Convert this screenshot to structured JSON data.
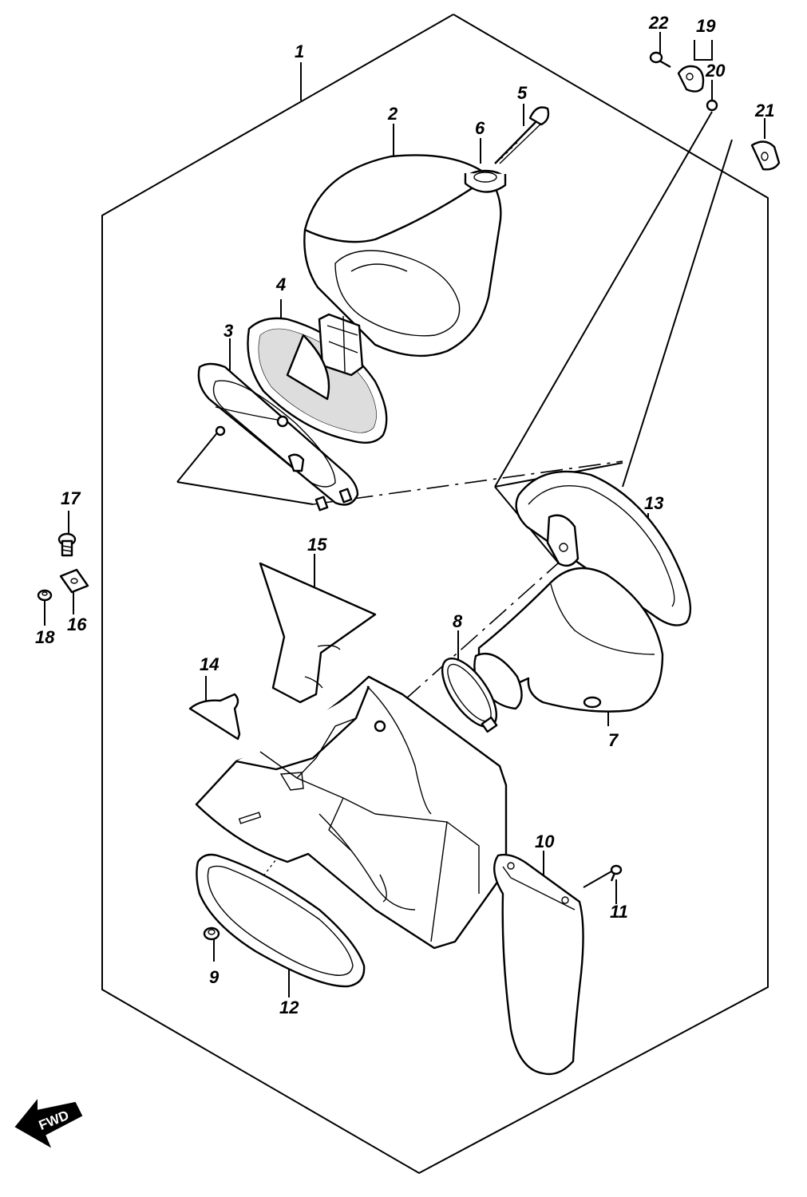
{
  "diagram": {
    "labels": [
      "1",
      "2",
      "3",
      "4",
      "5",
      "6",
      "7",
      "8",
      "9",
      "10",
      "11",
      "12",
      "13",
      "14",
      "15",
      "16",
      "17",
      "18",
      "19",
      "20",
      "21",
      "22"
    ],
    "fwd_label": "FWD"
  }
}
